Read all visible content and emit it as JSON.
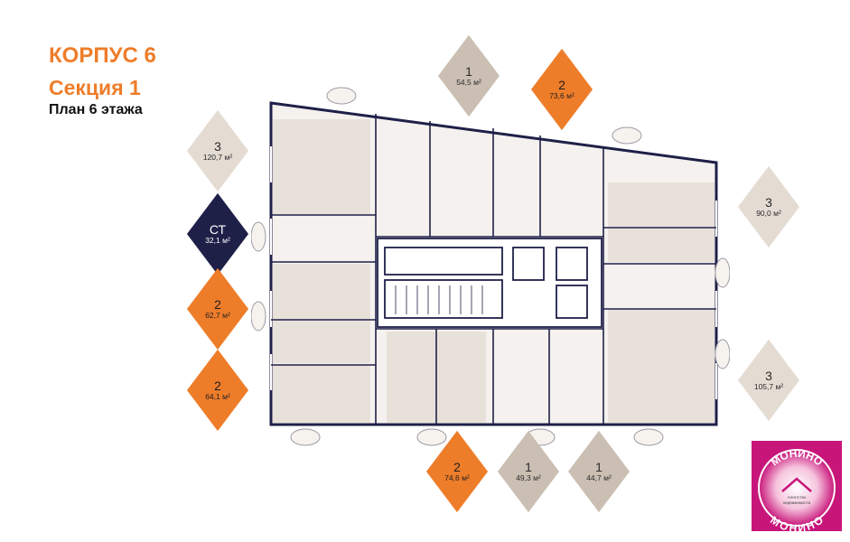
{
  "header": {
    "building": "КОРПУС 6",
    "section": "Секция 1",
    "floor_plan": "План 6 этажа"
  },
  "colors": {
    "orange": "#ee7d2a",
    "navy": "#1f2048",
    "taupe": "#cbbfb3",
    "beige": "#e4dcd3",
    "magenta": "#c8157a"
  },
  "apartments": [
    {
      "rooms": "1",
      "area": "54,5 м²",
      "color": "taupe"
    },
    {
      "rooms": "2",
      "area": "73,6 м²",
      "color": "orange"
    },
    {
      "rooms": "3",
      "area": "120,7 м²",
      "color": "beige"
    },
    {
      "rooms": "СТ",
      "area": "32,1 м²",
      "color": "navy"
    },
    {
      "rooms": "2",
      "area": "62,7 м²",
      "color": "orange"
    },
    {
      "rooms": "2",
      "area": "64,1 м²",
      "color": "orange"
    },
    {
      "rooms": "3",
      "area": "90,0 м²",
      "color": "beige"
    },
    {
      "rooms": "3",
      "area": "105,7 м²",
      "color": "beige"
    },
    {
      "rooms": "2",
      "area": "74,6 м²",
      "color": "orange"
    },
    {
      "rooms": "1",
      "area": "49,3 м²",
      "color": "taupe"
    },
    {
      "rooms": "1",
      "area": "44,7 м²",
      "color": "taupe"
    }
  ],
  "logo": {
    "text_top": "МОНИНО",
    "text_bottom": "МОНИНО",
    "tagline_1": "Агентство",
    "tagline_2": "недвижимости"
  }
}
